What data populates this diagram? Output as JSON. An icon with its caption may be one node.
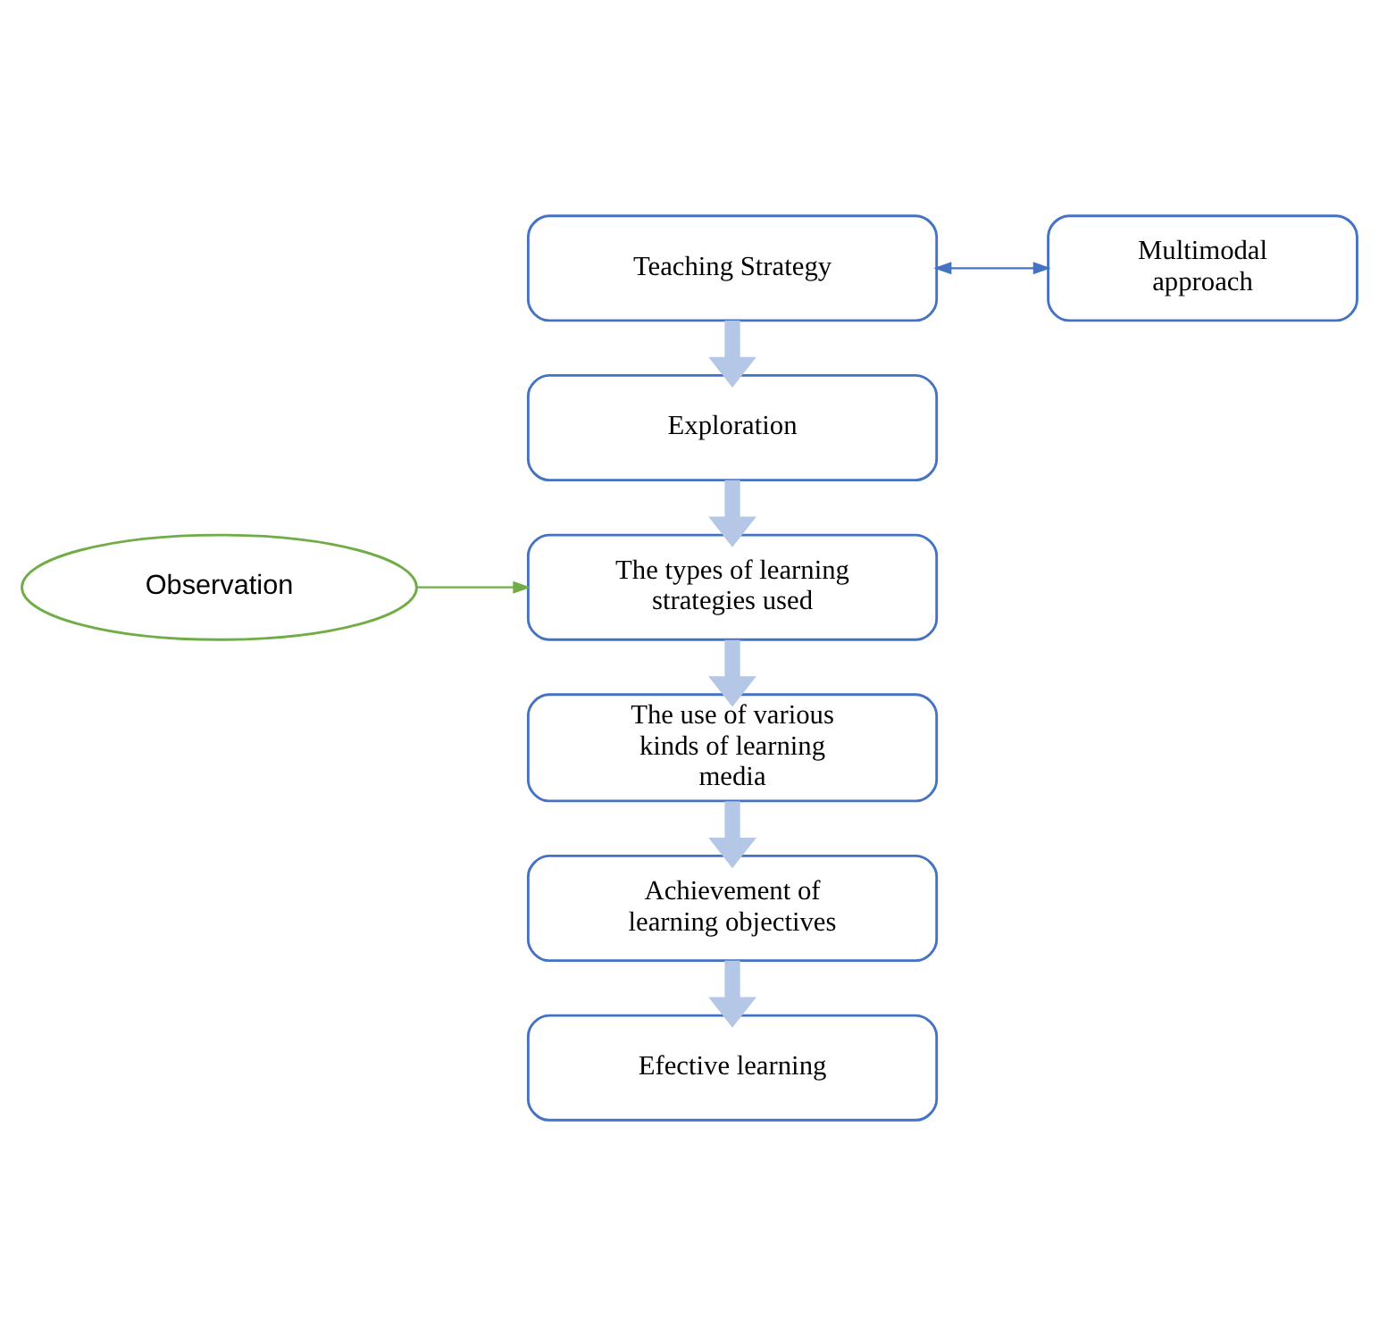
{
  "diagram": {
    "nodes": [
      {
        "text": [
          "Teaching Strategy"
        ]
      },
      {
        "text": [
          "Multimodal approach"
        ]
      },
      {
        "text": [
          "Exploration"
        ]
      },
      {
        "text": [
          "The types of learning strategies used"
        ]
      },
      {
        "text": [
          "Observation"
        ]
      },
      {
        "text": [
          "The use of various kinds of learning media"
        ]
      },
      {
        "text": [
          "Achievement of learning objectives"
        ]
      },
      {
        "text": [
          "Efective learning"
        ]
      }
    ],
    "edges": [
      {
        "from": 0,
        "to": 1,
        "arrow": "both",
        "color": "#4472c4"
      },
      {
        "from": 0,
        "to": 2,
        "arrow": "to"
      },
      {
        "from": 2,
        "to": 3,
        "arrow": "to"
      },
      {
        "from": 4,
        "to": 3,
        "arrow": "to",
        "color": "#70ad47"
      },
      {
        "from": 3,
        "to": 5,
        "arrow": "to"
      },
      {
        "from": 5,
        "to": 6,
        "arrow": "to"
      },
      {
        "from": 6,
        "to": 7,
        "arrow": "to"
      }
    ]
  }
}
